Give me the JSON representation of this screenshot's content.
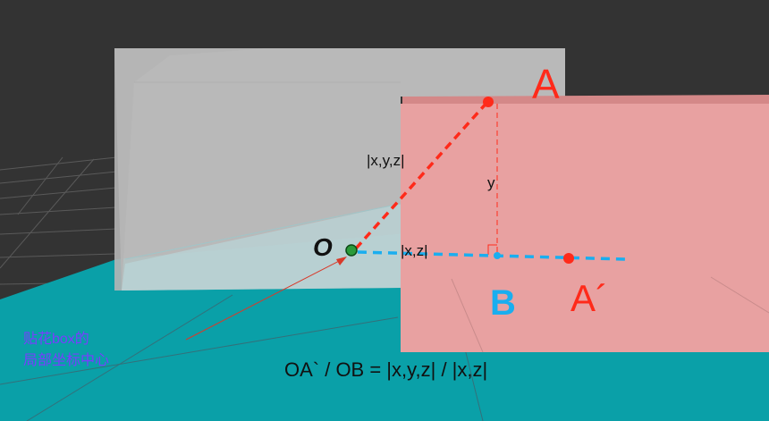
{
  "labels": {
    "point_a": "A",
    "point_a_prime": "A´",
    "point_b": "B",
    "point_o": "O",
    "length_xyz": "|x,y,z|",
    "length_xz": "|x,z|",
    "height_y": "y",
    "annotation_line1": "贴花box的",
    "annotation_line2": "局部坐标中心",
    "formula": "OA` / OB = |x,y,z| / |x,z|"
  },
  "colors": {
    "background": "#333333",
    "floor": "#0aa0a8",
    "gray_box": "#c4c4c4",
    "pink_box": "#e8a1a1",
    "red": "#ff2a1a",
    "blue": "#1aaeef",
    "annotation": "#7a3cff",
    "text": "#111111"
  }
}
